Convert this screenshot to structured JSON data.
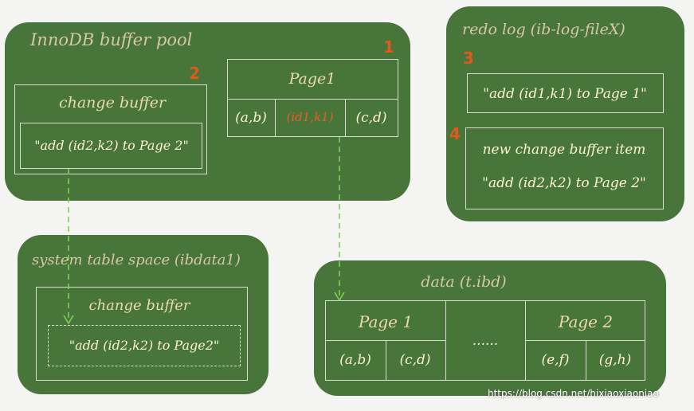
{
  "buffer_pool": {
    "title": "InnoDB buffer pool",
    "page1": {
      "header": "Page1",
      "cells": [
        "(a,b)",
        "(id1,k1)",
        "(c,d)"
      ],
      "step": "1"
    },
    "change_buffer": {
      "title": "change buffer",
      "item": "\"add (id2,k2) to Page 2\"",
      "step": "2"
    }
  },
  "redo_log": {
    "title": "redo log (ib-log-fileX)",
    "entry1": {
      "text": "\"add (id1,k1) to Page 1\"",
      "step": "3"
    },
    "entry2": {
      "line1": "new change buffer item",
      "line2": "\"add (id2,k2) to Page 2\"",
      "step": "4"
    }
  },
  "system_tablespace": {
    "title": "system table space (ibdata1)",
    "change_buffer_title": "change buffer",
    "item": "\"add (id2,k2) to Page2\""
  },
  "data_file": {
    "title": "data (t.ibd)",
    "page1": {
      "header": "Page 1",
      "cells": [
        "(a,b)",
        "(c,d)"
      ]
    },
    "gap": "......",
    "page2": {
      "header": "Page 2",
      "cells": [
        "(e,f)",
        "(g,h)"
      ]
    }
  },
  "watermark": "https://blog.csdn.net/hixiaoxiaoniao",
  "colors": {
    "panel": "#47753a",
    "step_number": "#e05a1e",
    "arrow": "#7fd15a",
    "border": "#d9ddd0"
  }
}
